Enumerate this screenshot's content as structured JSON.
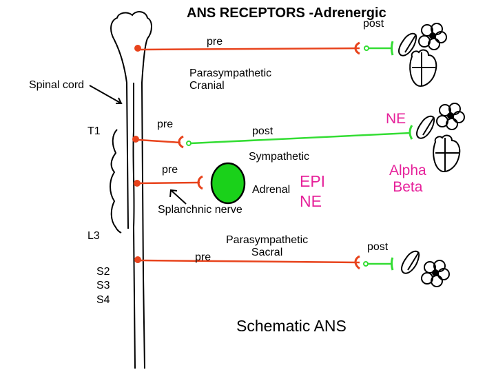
{
  "title": "ANS RECEPTORS -Adrenergic",
  "footer_title": "Schematic ANS",
  "labels": {
    "post_top": "post",
    "pre_top": "pre",
    "parasympathetic_cranial": "Parasympathetic\nCranial",
    "spinal_cord": "Spinal cord",
    "t1": "T1",
    "pre_mid": "pre",
    "post_mid": "post",
    "ne_top": "NE",
    "sympathetic": "Sympathetic",
    "pre_adrenal": "pre",
    "adrenal": "Adrenal",
    "epi": "EPI",
    "ne_adrenal": "NE",
    "alpha_beta": "Alpha\nBeta",
    "splanchnic_nerve": "Splanchnic nerve",
    "l3": "L3",
    "parasympathetic_sacral": "Parasympathetic\nSacral",
    "pre_bottom": "pre",
    "post_bottom": "post",
    "s2": "S2",
    "s3": "S3",
    "s4": "S4"
  },
  "colors": {
    "preganglionic": "#e8431c",
    "postganglionic": "#33dd33",
    "adrenal_gland": "#1ad11a",
    "text_highlight": "#e6219a",
    "ink": "#000000"
  }
}
